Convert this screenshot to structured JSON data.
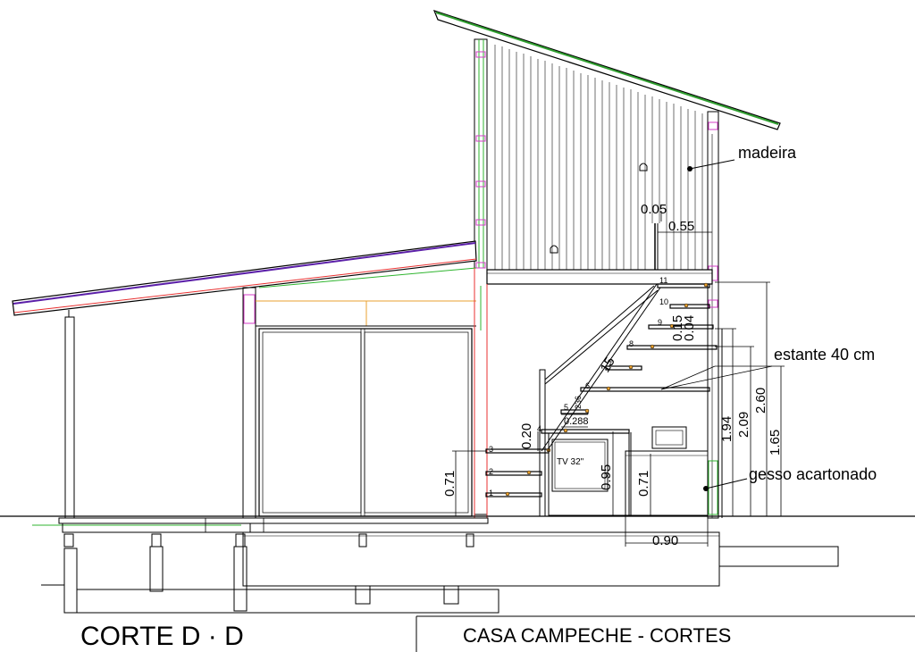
{
  "drawing": {
    "title": "CORTE D · D",
    "sheet_title": "CASA CAMPECHE  - CORTES",
    "labels": {
      "madeira": "madeira",
      "estante": "estante 40 cm",
      "gesso": "gesso acartonado",
      "tv": "TV 32\""
    },
    "dimensions": {
      "d005": "0.05",
      "d055": "0.55",
      "d015": "0.15",
      "d004": "0.04",
      "d020": "0.20",
      "d236": "236",
      "d288": "0.288",
      "d071a": "0.71",
      "d095": "0.95",
      "d071b": "0.71",
      "d194": "1.94",
      "d209": "2.09",
      "d260": "2.60",
      "d165": "1.65",
      "d090": "0.90",
      "d15": "15"
    },
    "steps": [
      "1",
      "2",
      "3",
      "4",
      "5",
      "6",
      "7",
      "8",
      "9",
      "10",
      "11"
    ]
  },
  "colors": {
    "roof_green": "#2e9d2e",
    "roof_purple": "#5b1fa8",
    "red": "#e83030",
    "green": "#2fb52f",
    "magenta": "#d63cc8",
    "orange": "#e8a030"
  }
}
